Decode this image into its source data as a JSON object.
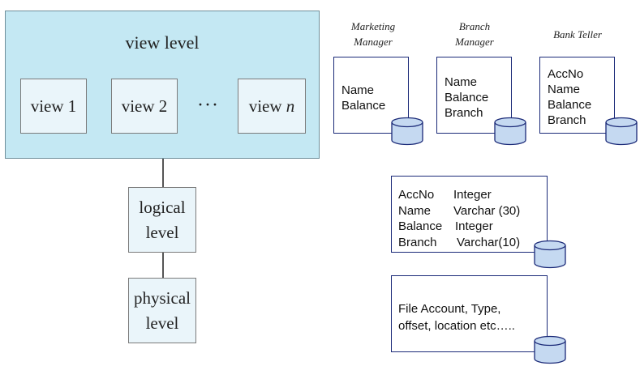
{
  "abstraction": {
    "view_level_title": "view level",
    "views": [
      "view 1",
      "view 2"
    ],
    "view_n": {
      "text": "view ",
      "var": "n"
    },
    "ellipsis": "···",
    "logical_level": [
      "logical",
      "level"
    ],
    "physical_level": [
      "physical",
      "level"
    ]
  },
  "external_views": [
    {
      "role": [
        "Marketing",
        "Manager"
      ],
      "fields": [
        "Name",
        "Balance"
      ]
    },
    {
      "role": [
        "Branch",
        "Manager"
      ],
      "fields": [
        "Name",
        "Balance",
        "Branch"
      ]
    },
    {
      "role": [
        "Bank Teller"
      ],
      "fields": [
        "AccNo",
        "Name",
        "Balance",
        "Branch"
      ]
    }
  ],
  "logical_schema": {
    "rows": [
      {
        "name": "AccNo",
        "type": "Integer"
      },
      {
        "name": "Name",
        "type": "Varchar (30)"
      },
      {
        "name": "Balance",
        "type": "Integer"
      },
      {
        "name": "Branch",
        "type": "Varchar(10)"
      }
    ]
  },
  "physical_schema": {
    "lines": [
      "File Account, Type,",
      "offset, location etc….."
    ]
  },
  "colors": {
    "view_level_bg": "#c4e8f3",
    "box_bg": "#eaf5fa",
    "schema_border": "#1b2a78",
    "db_fill": "#c5d9f1",
    "db_stroke": "#1b2a78"
  },
  "icons": {
    "database": "database-cylinder-icon"
  }
}
